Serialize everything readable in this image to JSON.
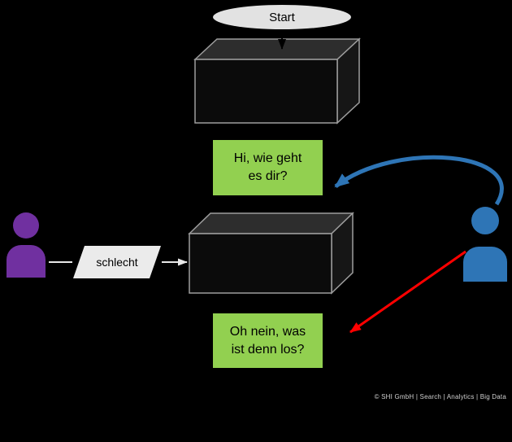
{
  "diagram": {
    "start": {
      "label": "Start"
    },
    "messages": {
      "greeting": "Hi, wie geht es dir?",
      "reply": "Oh nein, was ist denn los?"
    },
    "input": {
      "label": "schlecht"
    },
    "footer": {
      "text": "© SHI GmbH | Search | Analytics | Big Data"
    },
    "icons": {
      "user": "user-person-icon",
      "agent": "agent-person-icon"
    },
    "colors": {
      "background": "#000000",
      "message_green": "#92d050",
      "user_purple": "#7030a0",
      "agent_blue": "#2e75b6",
      "arrow_red": "#ff0000",
      "shape_gray": "#ebebeb",
      "box_outline": "#9d9d9d"
    }
  }
}
